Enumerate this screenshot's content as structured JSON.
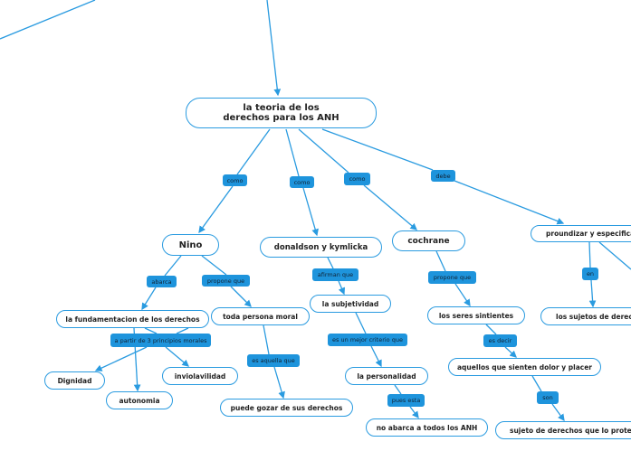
{
  "colors": {
    "link": "#2a9be0",
    "label_bg": "#1e94dc",
    "node_border": "#2a9be0"
  },
  "nodes": {
    "main": "la teoria de los derechos para los ANH",
    "nino": "Nino",
    "donaldson": "donaldson y kymlicka",
    "cochrane": "cochrane",
    "proundizar": "proundizar y especificar",
    "fundamentacion": "la fundamentacion de los derechos",
    "persona_moral": "toda persona moral",
    "subjetividad": "la subjetividad",
    "seres": "los seres sintientes",
    "sujetos": "los sujetos de derechos",
    "dignidad": "Dignidad",
    "inviolavilidad": "inviolavilidad",
    "autonomia": "autonomia",
    "personalidad": "la personalidad",
    "aquellos": "aquellos que sienten dolor y placer",
    "puede_gozar": "puede gozar de sus derechos",
    "no_abarca": "no abarca a todos los ANH",
    "sujeto_protejan": "sujeto de derechos que lo protejan"
  },
  "labels": {
    "como1": "como",
    "como2": "como",
    "como3": "como",
    "debe": "debe",
    "abarca": "abarca",
    "propone1": "propone que",
    "afirman": "afirman que",
    "propone2": "propone que",
    "en": "en",
    "principios": "a partir de 3 principios morales",
    "criterio": "es un mejor criterio que",
    "es_decir": "es decir",
    "aquella": "es aquella que",
    "pues": "pues esta",
    "son": "son"
  }
}
